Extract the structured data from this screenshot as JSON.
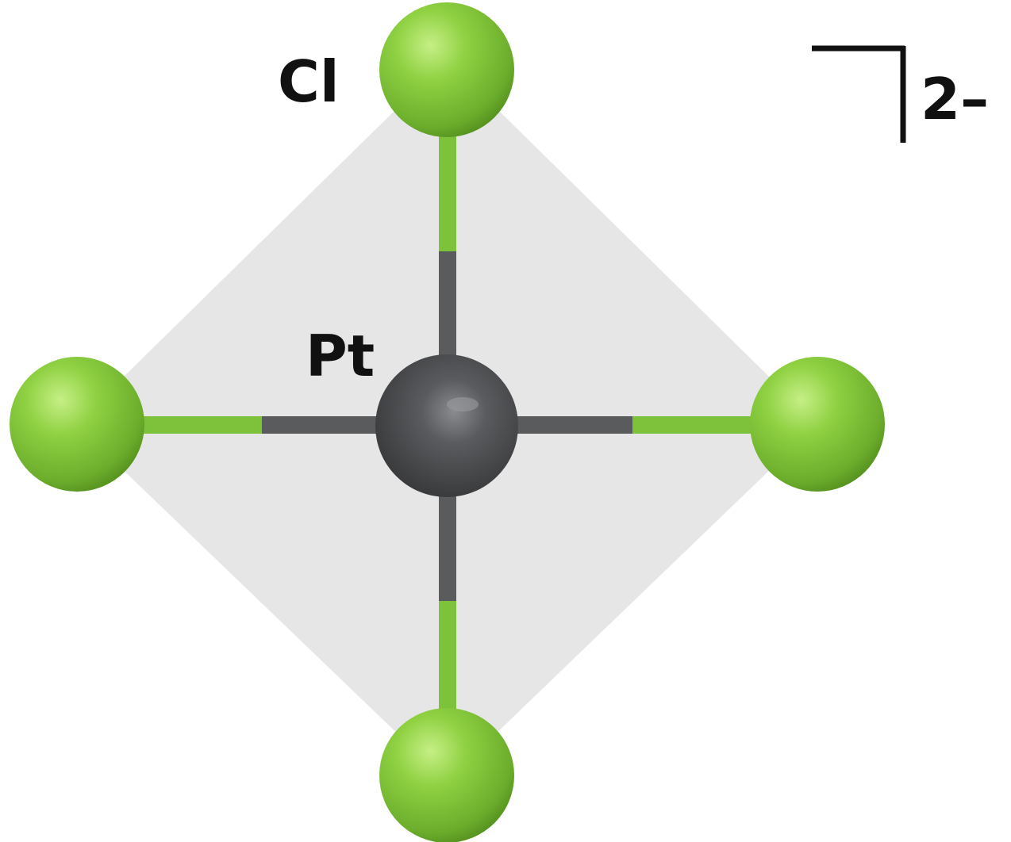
{
  "molecule": {
    "central_atom_label": "Pt",
    "ligand_label": "Cl",
    "charge_label": "2–",
    "geometry": "square planar",
    "colors": {
      "platinum": "#4a4b4d",
      "chlorine": "#7ec13a",
      "plane": "#e4e4e4",
      "text": "#111111"
    }
  }
}
